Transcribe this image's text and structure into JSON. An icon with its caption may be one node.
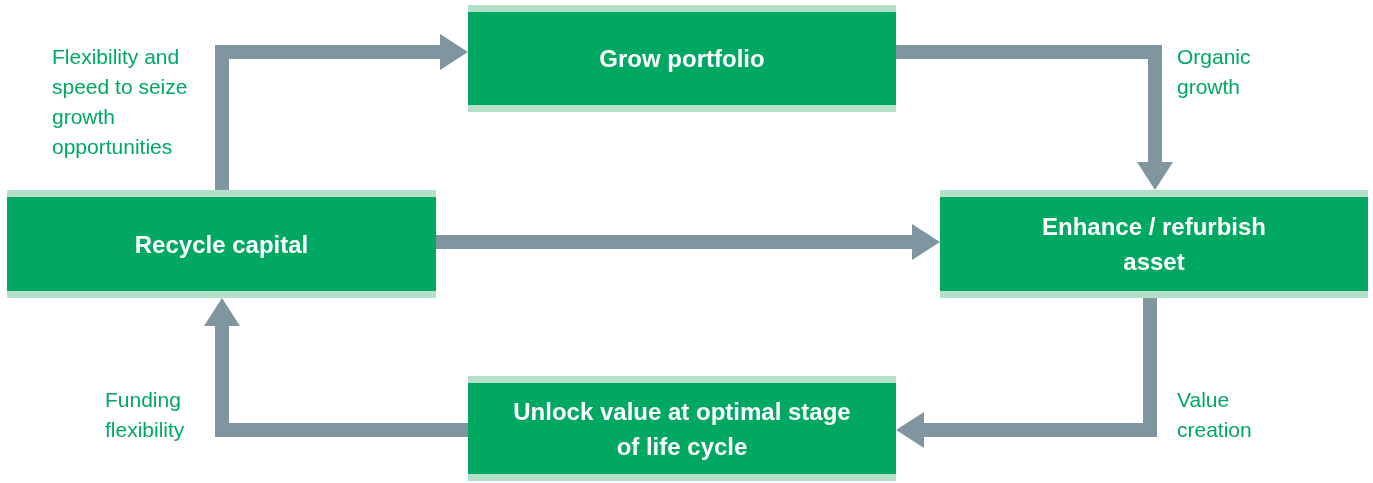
{
  "diagram": {
    "nodes": [
      {
        "text": [
          "Grow portfolio"
        ]
      },
      {
        "text": [
          "Recycle capital"
        ]
      },
      {
        "text": [
          "Enhance / refurbish asset"
        ]
      },
      {
        "text": [
          "Unlock value at optimal stage of life cycle"
        ]
      }
    ],
    "edges": [
      {
        "from": 1,
        "to": 0,
        "arrow": "to",
        "label": "Flexibility and speed to seize growth opportunities"
      },
      {
        "from": 0,
        "to": 2,
        "arrow": "to",
        "label": "Organic growth"
      },
      {
        "from": 1,
        "to": 2,
        "arrow": "to"
      },
      {
        "from": 2,
        "to": 3,
        "arrow": "to",
        "label": "Value creation"
      },
      {
        "from": 3,
        "to": 1,
        "arrow": "to",
        "label": "Funding flexibility"
      }
    ]
  }
}
